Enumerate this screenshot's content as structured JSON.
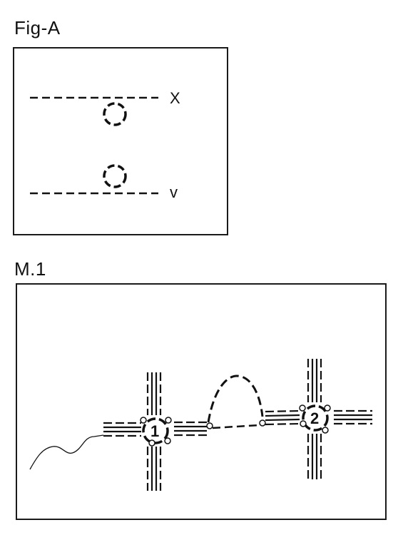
{
  "figure_a": {
    "title": "Fig-A",
    "labels": {
      "top_line": "X",
      "bottom_line": "v"
    }
  },
  "figure_b": {
    "title": "M.1",
    "nodes": [
      {
        "label": "1"
      },
      {
        "label": "2"
      }
    ]
  },
  "colors": {
    "ink": "#111111",
    "background": "#ffffff"
  }
}
